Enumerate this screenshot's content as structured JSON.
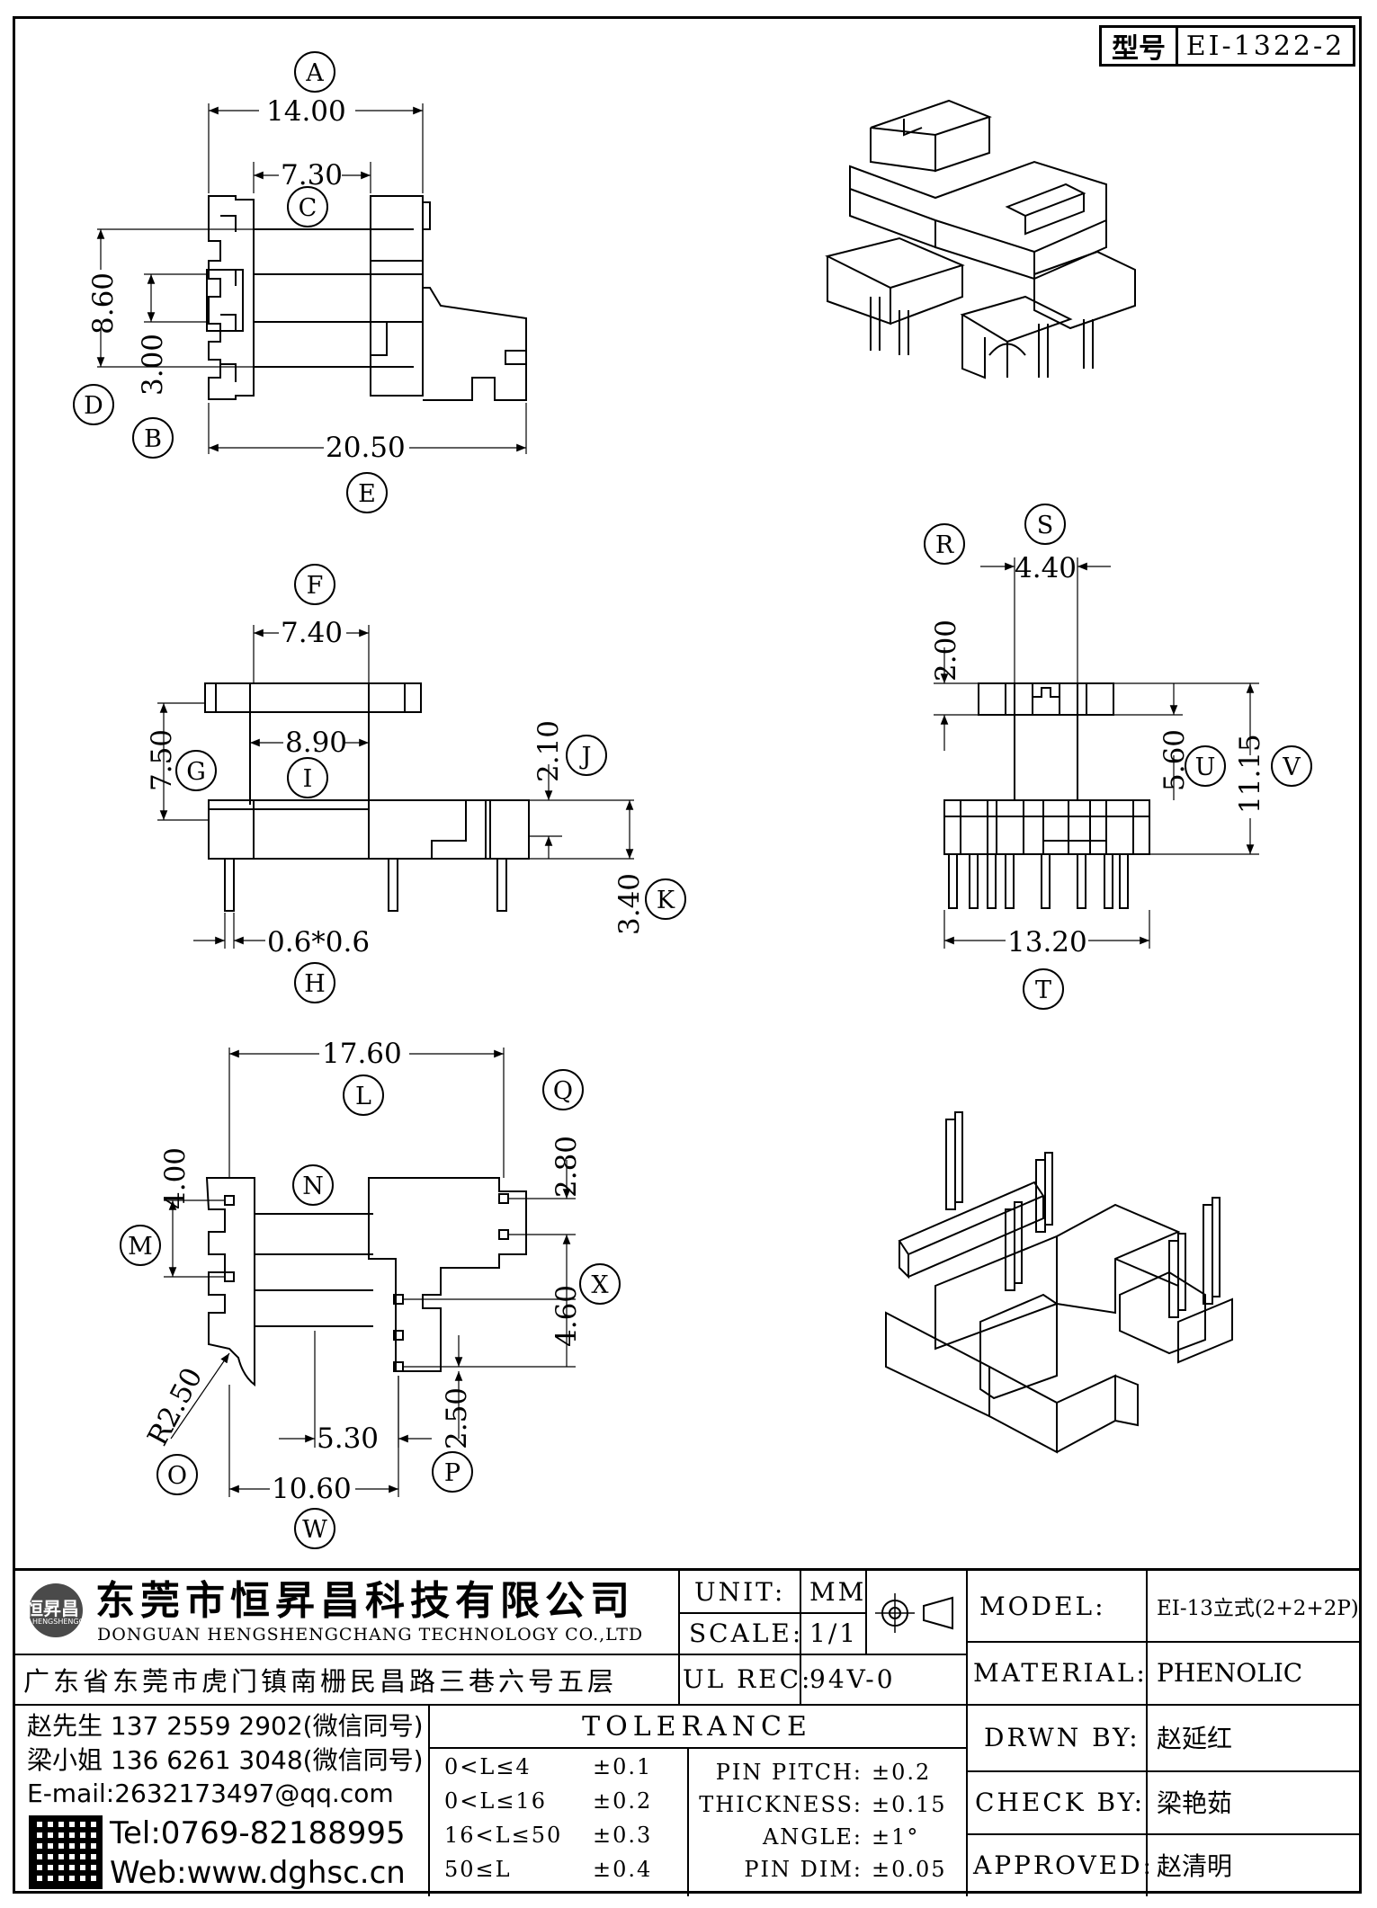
{
  "part_number": {
    "label": "型号",
    "value": "EI-1322-2"
  },
  "views": {
    "top": {
      "dims": [
        "14.00",
        "7.30",
        "8.60",
        "3.00",
        "20.50"
      ],
      "labels": [
        "A",
        "C",
        "D",
        "B",
        "E"
      ]
    },
    "front": {
      "dims": [
        "7.40",
        "8.90",
        "7.50",
        "2.10",
        "3.40",
        "0.6*0.6"
      ],
      "labels": [
        "F",
        "G",
        "I",
        "J",
        "K",
        "H"
      ]
    },
    "side": {
      "dims": [
        "4.40",
        "2.00",
        "5.60",
        "11.15",
        "13.20"
      ],
      "labels": [
        "R",
        "S",
        "U",
        "V",
        "T"
      ]
    },
    "bottom": {
      "dims": [
        "17.60",
        "4.00",
        "2.80",
        "4.60",
        "R2.50",
        "5.30",
        "2.50",
        "10.60"
      ],
      "labels": [
        "L",
        "Q",
        "M",
        "N",
        "X",
        "O",
        "P",
        "W"
      ]
    }
  },
  "title_block": {
    "company_cn": "东莞市恒昇昌科技有限公司",
    "company_en": "DONGUAN HENGSHENGCHANG TECHNOLOGY CO.,LTD",
    "logo_text": "恒昇昌",
    "logo_sub": "HENGSHENGCHANG",
    "address": "广东省东莞市虎门镇南栅民昌路三巷六号五层",
    "contacts": [
      "赵先生 137 2559 2902(微信同号)",
      "梁小姐 136 6261 3048(微信同号)",
      "E-mail:2632173497@qq.com"
    ],
    "tel": "Tel:0769-82188995",
    "web": "Web:www.dghsc.cn",
    "unit_label": "UNIT:",
    "unit_value": "MM",
    "scale_label": "SCALE:",
    "scale_value": "1/1",
    "ul_label": "UL REC:",
    "ul_value": "94V-0",
    "tolerance_label": "TOLERANCE",
    "tolerances": [
      {
        "range": "0<L≤4",
        "tol": "±0.1"
      },
      {
        "range": "0<L≤16",
        "tol": "±0.2"
      },
      {
        "range": "16<L≤50",
        "tol": "±0.3"
      },
      {
        "range": "50≤L",
        "tol": "±0.4"
      }
    ],
    "misc_tolerances": [
      {
        "label": "PIN PITCH:",
        "tol": "±0.2"
      },
      {
        "label": "THICKNESS:",
        "tol": "±0.15"
      },
      {
        "label": "ANGLE:",
        "tol": "±1°"
      },
      {
        "label": "PIN DIM:",
        "tol": "±0.05"
      }
    ],
    "model_label": "MODEL:",
    "model_value": "EI-13立式(2+2+2P)",
    "material_label": "MATERIAL:",
    "material_value": "PHENOLIC",
    "drawn_label": "DRWN BY:",
    "drawn_value": "赵延红",
    "check_label": "CHECK BY:",
    "check_value": "梁艳茹",
    "approved_label": "APPROVED:",
    "approved_value": "赵清明"
  }
}
